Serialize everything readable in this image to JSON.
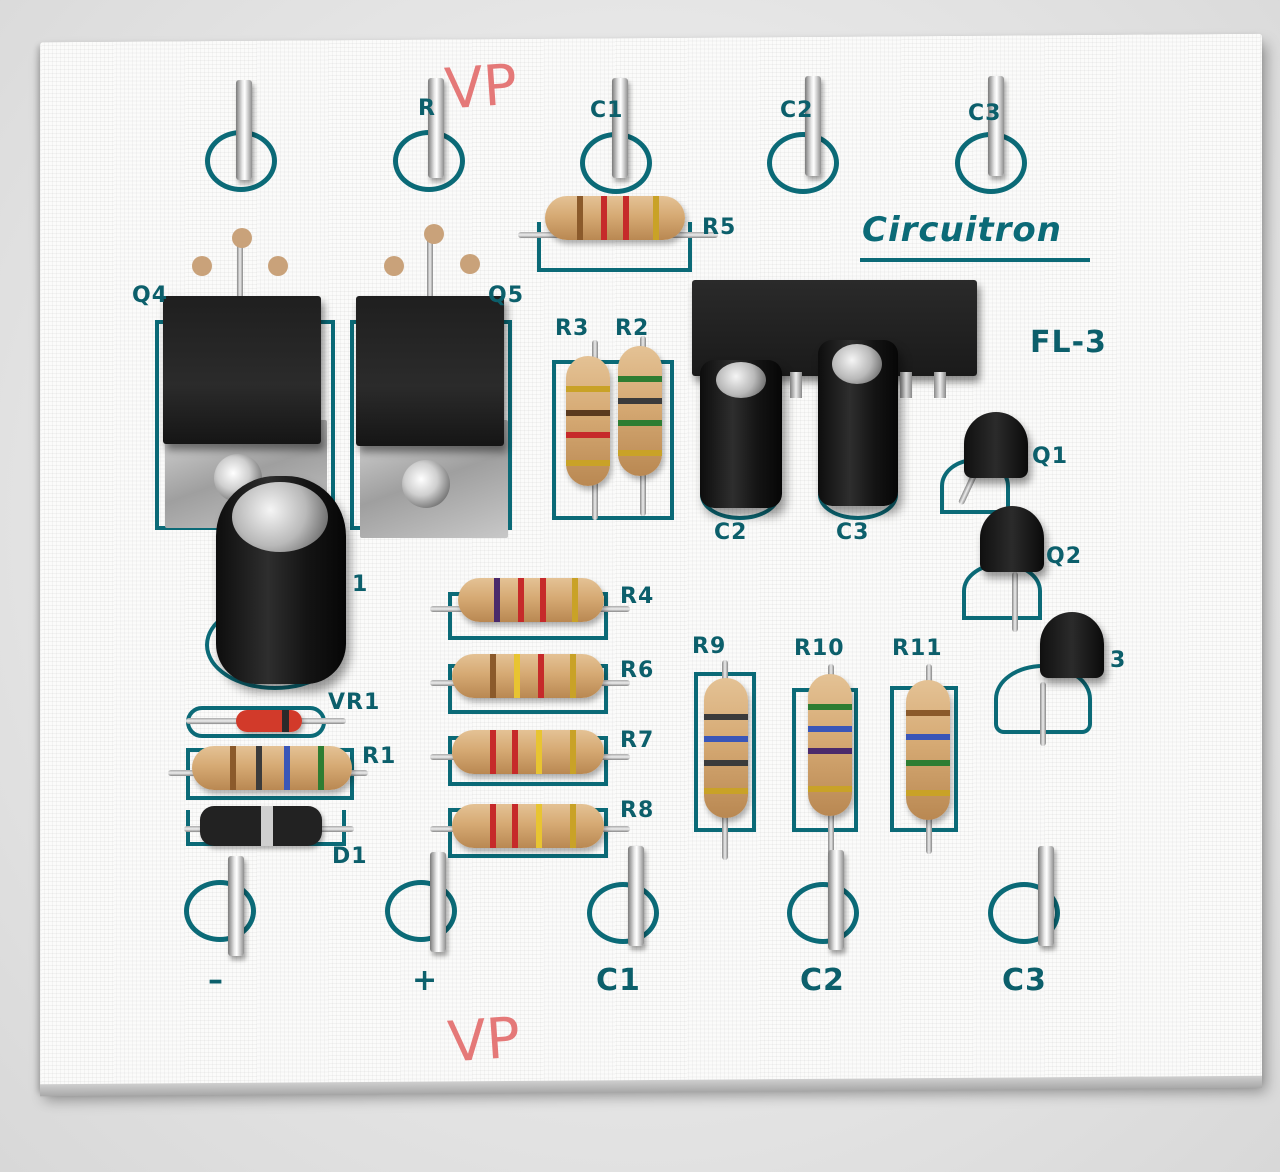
{
  "board": {
    "brand": "Circuitron",
    "model": "FL-3",
    "handwritten_marks": [
      "VP",
      "VP"
    ]
  },
  "labels": {
    "top_pins": [
      "R",
      "C1",
      "C2",
      "C3"
    ],
    "bottom_pins": [
      "–",
      "+",
      "C1",
      "C2",
      "C3"
    ],
    "q4": "Q4",
    "q5": "Q5",
    "r1": "R1",
    "r2": "R2",
    "r3": "R3",
    "r4": "R4",
    "r5": "R5",
    "r6": "R6",
    "r7": "R7",
    "r8": "R8",
    "r9": "R9",
    "r10": "R10",
    "r11": "R11",
    "c1": "1",
    "c2": "C2",
    "c3": "C3",
    "vr1": "VR1",
    "d1": "D1",
    "q1": "Q1",
    "q2": "Q2",
    "q3": "3"
  },
  "colors": {
    "silkscreen": "#0c5f6b",
    "handwriting": "#e36b6b",
    "board": "#fbfbfa"
  }
}
